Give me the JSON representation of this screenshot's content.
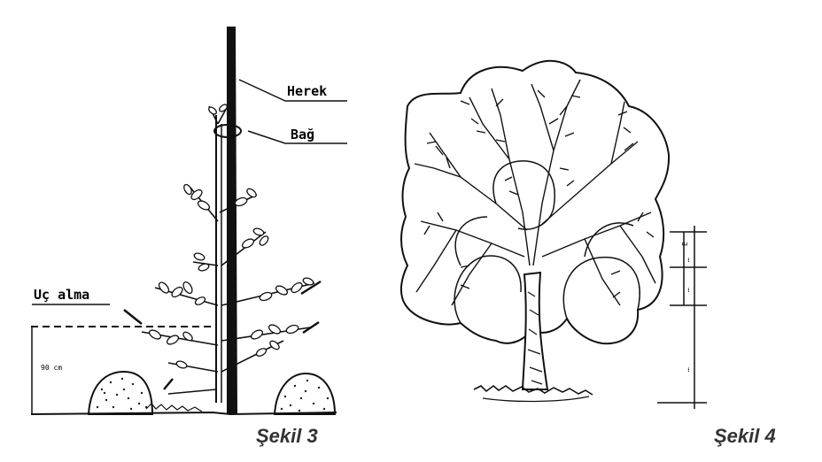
{
  "figure3": {
    "caption": "Şekil 3",
    "labels": {
      "stake": "Herek",
      "tie": "Bağ",
      "topping": "Uç alma",
      "height": "90 cm"
    }
  },
  "figure4": {
    "caption": "Şekil 4"
  }
}
